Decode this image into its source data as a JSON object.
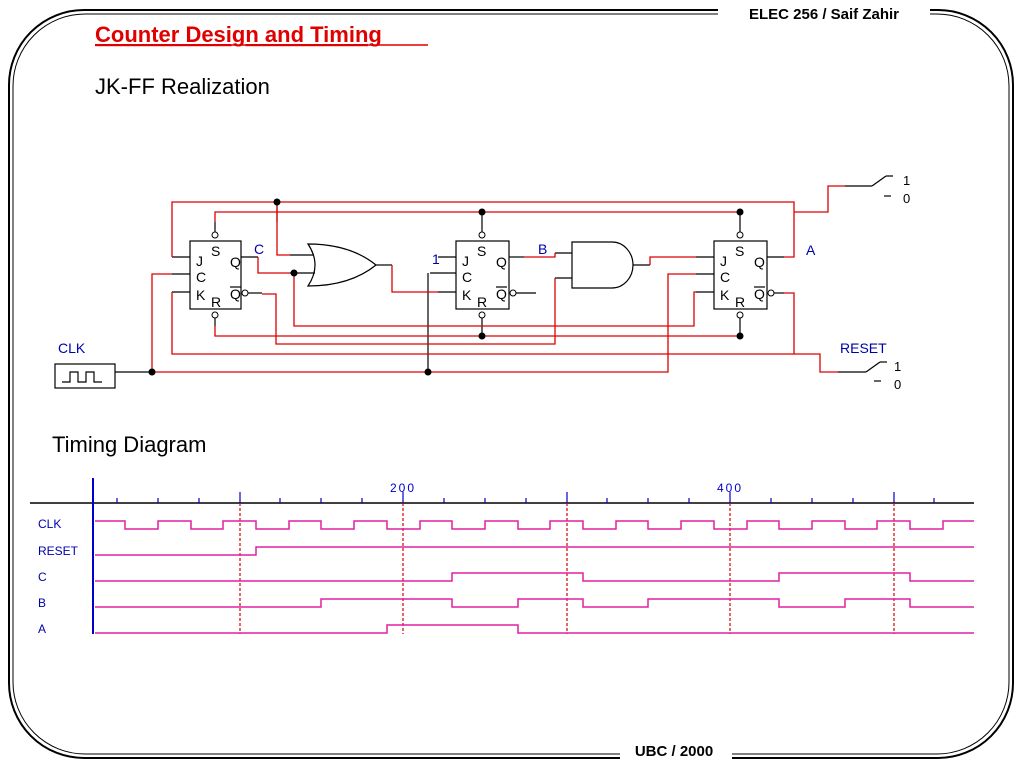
{
  "header": {
    "course": "ELEC 256 / Saif Zahir",
    "footer": "UBC / 2000"
  },
  "slide": {
    "title": "Counter Design and Timing",
    "subtitle": "JK-FF Realization",
    "timing_title": "Timing Diagram"
  },
  "circuit": {
    "clk_label": "CLK",
    "reset_label": "RESET",
    "output_labels": [
      "C",
      "B",
      "A"
    ],
    "const_one": "1",
    "ff_pins": {
      "s": "S",
      "j": "J",
      "c": "C",
      "k": "K",
      "q": "Q",
      "r": "R"
    },
    "switch_top": {
      "one": "1",
      "zero": "0"
    },
    "switch_reset": {
      "one": "1",
      "zero": "0"
    }
  },
  "timing": {
    "ticks": [
      "200",
      "400"
    ],
    "signals": [
      "CLK",
      "RESET",
      "C",
      "B",
      "A"
    ]
  },
  "colors": {
    "wire": "#dd0000",
    "waveform": "#e020a0",
    "axis": "#0000cc",
    "title": "#e00000"
  }
}
